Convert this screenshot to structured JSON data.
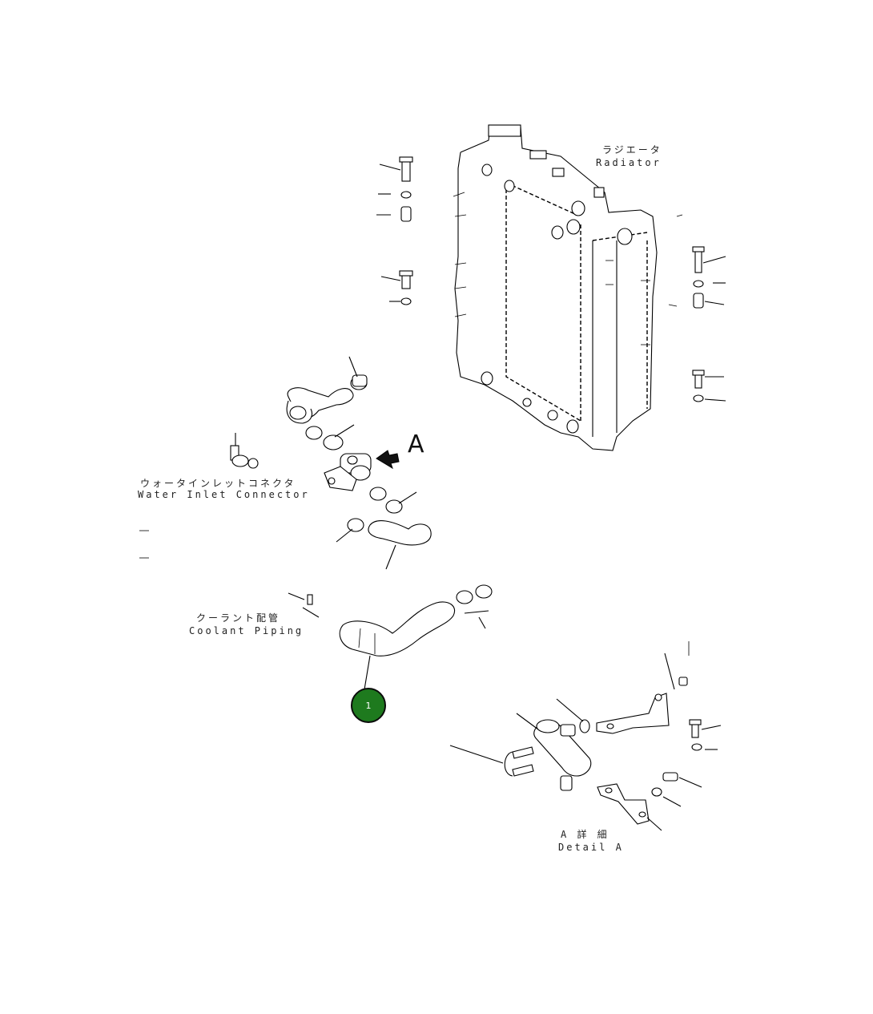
{
  "labels": {
    "radiator_jp": "ラジエータ",
    "radiator_en": "Radiator",
    "water_inlet_jp": "ウォータインレットコネクタ",
    "water_inlet_en": "Water Inlet Connector",
    "coolant_jp": "クーラント配管",
    "coolant_en": "Coolant Piping",
    "detail_jp": "A 詳 細",
    "detail_en": "Detail A",
    "view_marker": "A"
  },
  "callouts": [
    {
      "number": "1",
      "color": "#1e7a1e"
    }
  ]
}
